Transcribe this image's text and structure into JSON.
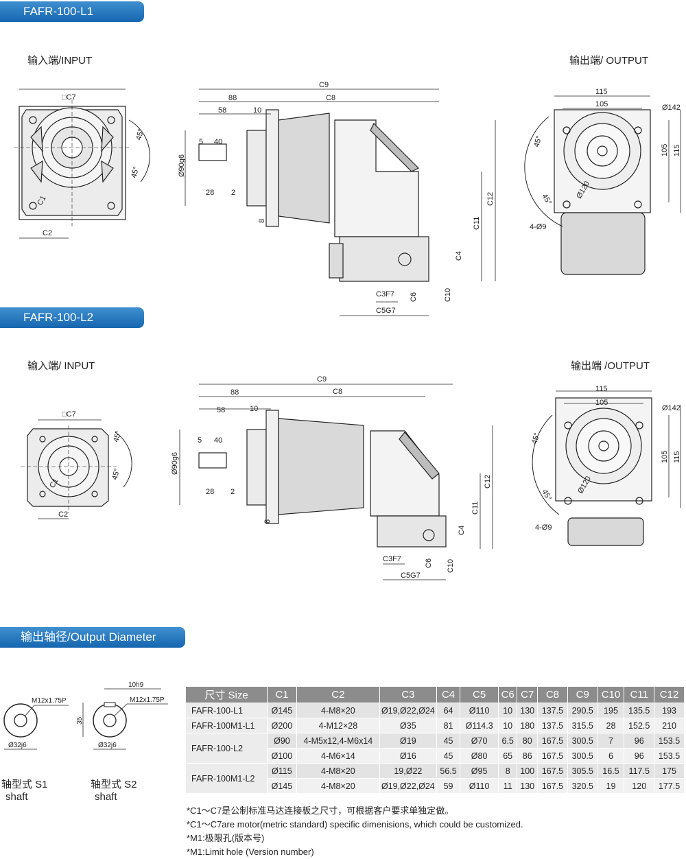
{
  "section1": {
    "title": "FAFR-100-L1",
    "input_label": "输入端/INPUT",
    "output_label": "输出端/ OUTPUT",
    "input_dims": [
      "□C7",
      "C1",
      "C2",
      "45°",
      "45°"
    ],
    "side_dims": [
      "C9",
      "88",
      "C8",
      "58",
      "10",
      "5",
      "40",
      "Ø90g6",
      "28",
      "2",
      "8",
      "C12",
      "C11",
      "C4",
      "C3F7",
      "C6",
      "C10",
      "C5G7"
    ],
    "output_dims": [
      "115",
      "105",
      "Ø142",
      "45°",
      "45°",
      "Ø120",
      "105",
      "115",
      "4-Ø9"
    ]
  },
  "section2": {
    "title": "FAFR-100-L2",
    "input_label": "输入端/ INPUT",
    "output_label": "输出端 /OUTPUT",
    "input_dims": [
      "□C7",
      "C1",
      "C2",
      "45°",
      "45°"
    ],
    "side_dims": [
      "C9",
      "88",
      "C8",
      "58",
      "10",
      "5",
      "40",
      "Ø90g6",
      "28",
      "2",
      "8",
      "C12",
      "C11",
      "C4",
      "C3F7",
      "C6",
      "C10",
      "C5G7"
    ],
    "output_dims": [
      "115",
      "105",
      "Ø142",
      "45°",
      "45°",
      "Ø120",
      "105",
      "115",
      "4-Ø9"
    ]
  },
  "section3": {
    "title": "输出轴径/Output Diameter",
    "shaft1": {
      "thread": "M12x1.75P",
      "diameter": "Ø32j6",
      "label_cn": "轴型式 S1",
      "label_en": "shaft"
    },
    "shaft2": {
      "key": "10h9",
      "thread": "M12x1.75P",
      "height": "35",
      "diameter": "Ø32j6",
      "label_cn": "轴型式 S2",
      "label_en": "shaft"
    }
  },
  "table": {
    "headers": [
      "尺寸 Size",
      "C1",
      "C2",
      "C3",
      "C4",
      "C5",
      "C6",
      "C7",
      "C8",
      "C9",
      "C10",
      "C11",
      "C12"
    ],
    "rows": [
      {
        "model": "FAFR-100-L1",
        "values": [
          "Ø145",
          "4-M8×20",
          "Ø19,Ø22,Ø24",
          "64",
          "Ø110",
          "10",
          "130",
          "137.5",
          "290.5",
          "195",
          "135.5",
          "193"
        ]
      },
      {
        "model": "FAFR-100M1-L1",
        "values": [
          "Ø200",
          "4-M12×28",
          "Ø35",
          "81",
          "Ø114.3",
          "10",
          "180",
          "137.5",
          "315.5",
          "28",
          "152.5",
          "210"
        ]
      },
      {
        "model": "FAFR-100-L2",
        "values": [
          "Ø90",
          "4-M5x12,4-M6x14",
          "Ø19",
          "45",
          "Ø70",
          "6.5",
          "80",
          "167.5",
          "300.5",
          "7",
          "96",
          "153.5"
        ]
      },
      {
        "model": "",
        "values": [
          "Ø100",
          "4-M6×14",
          "Ø16",
          "45",
          "Ø80",
          "65",
          "86",
          "167.5",
          "300.5",
          "6",
          "96",
          "153.5"
        ]
      },
      {
        "model": "FAFR-100M1-L2",
        "values": [
          "Ø115",
          "4-M8×20",
          "19,Ø22",
          "56.5",
          "Ø95",
          "8",
          "100",
          "167.5",
          "305.5",
          "16.5",
          "117.5",
          "175"
        ]
      },
      {
        "model": "",
        "values": [
          "Ø145",
          "4-M8×20",
          "Ø19,Ø22,Ø24",
          "59",
          "Ø110",
          "11",
          "130",
          "167.5",
          "320.5",
          "19",
          "120",
          "177.5"
        ]
      }
    ]
  },
  "notes": [
    "*C1～C7是公制标准马达连接板之尺寸，可根据客户要求单独定做。",
    "*C1～C7are motor(metric standard) specific dimenisions, which could be customized.",
    "*M1:极限孔(版本号)",
    "*M1:Limit hole (Version number)"
  ]
}
